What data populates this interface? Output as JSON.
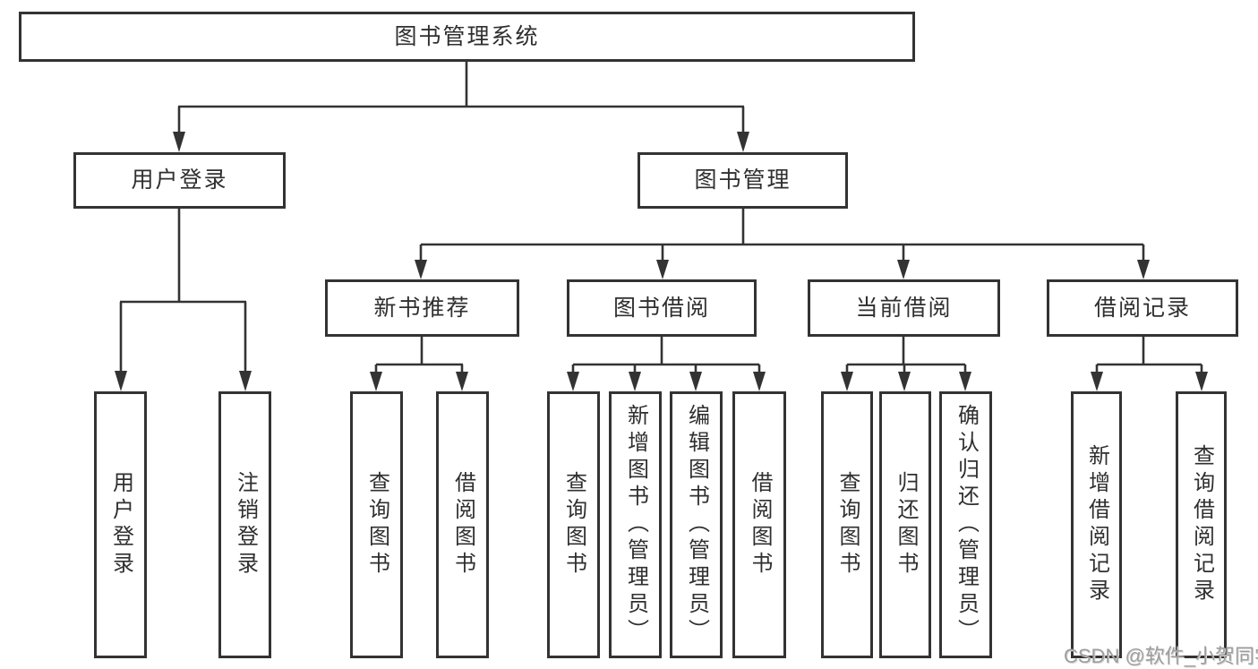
{
  "title": "图书管理系统",
  "watermark": "CSDN @软件_小贺同学",
  "colors": {
    "line": "#333333",
    "border": "#333333",
    "text": "#2f2f2f",
    "background": "#ffffff",
    "watermark": "#9e9e9e"
  },
  "nodes": {
    "root": {
      "label": "图书管理系统"
    },
    "user_login": {
      "label": "用户登录"
    },
    "book_mgmt": {
      "label": "图书管理"
    },
    "new_books": {
      "label": "新书推荐"
    },
    "book_borrow": {
      "label": "图书借阅"
    },
    "current_borrow": {
      "label": "当前借阅"
    },
    "borrow_records": {
      "label": "借阅记录"
    },
    "user_login_children": [
      {
        "label": "用户登录"
      },
      {
        "label": "注销登录"
      }
    ],
    "new_books_children": [
      {
        "label": "查询图书"
      },
      {
        "label": "借阅图书"
      }
    ],
    "book_borrow_children": [
      {
        "label": "查询图书"
      },
      {
        "label": "新增图书（管理员）"
      },
      {
        "label": "编辑图书（管理员）"
      },
      {
        "label": "借阅图书"
      }
    ],
    "current_borrow_children": [
      {
        "label": "查询图书"
      },
      {
        "label": "归还图书"
      },
      {
        "label": "确认归还（管理员）"
      }
    ],
    "borrow_records_children": [
      {
        "label": "新增借阅记录"
      },
      {
        "label": "查询借阅记录"
      }
    ]
  }
}
